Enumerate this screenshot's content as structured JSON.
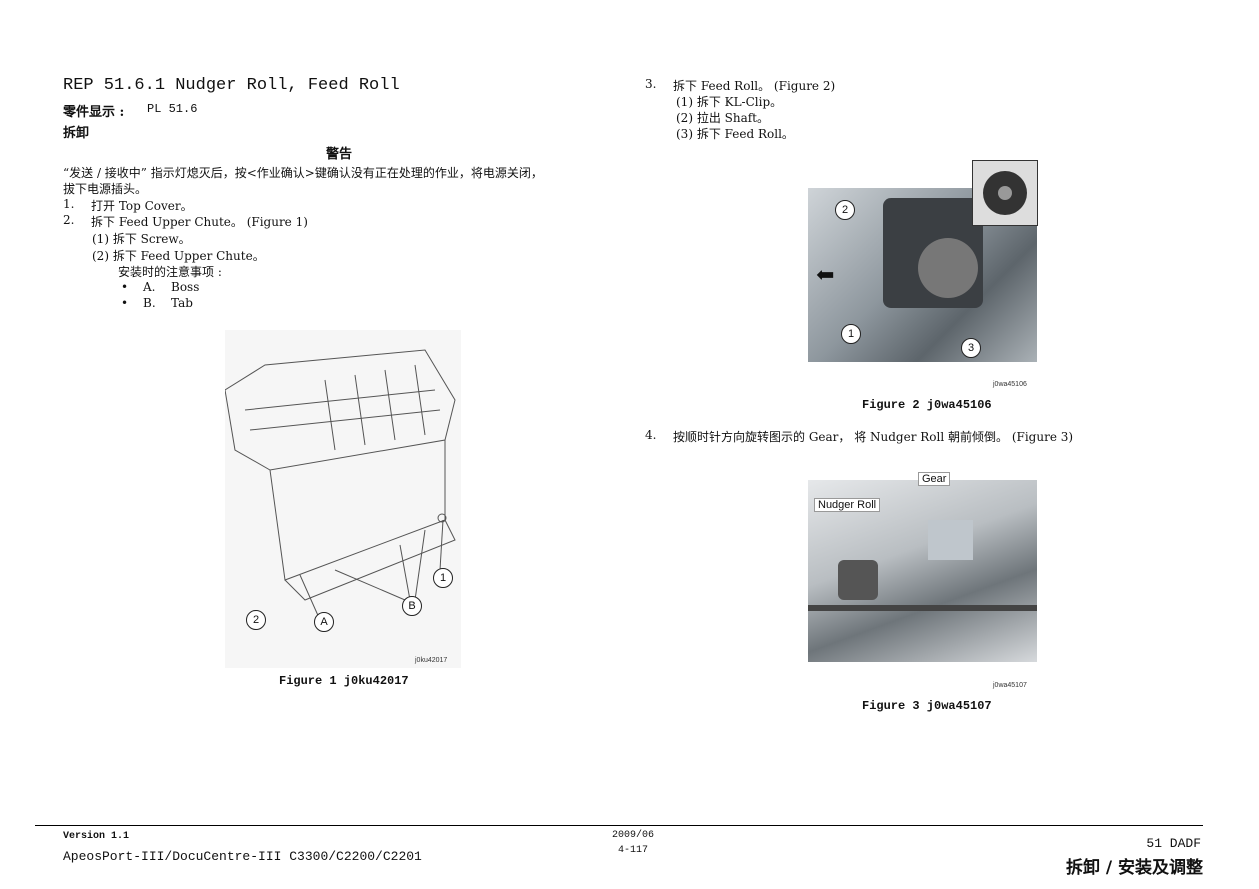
{
  "title": "REP 51.6.1  Nudger Roll, Feed Roll",
  "parts_label": "零件显示 :",
  "parts_value": "PL 51.6",
  "section": "拆卸",
  "warning_title": "警告",
  "warning_line1": "“发送 / 接收中” 指示灯熄灭后，按<作业确认>键确认没有正在处理的作业，将电源关闭，",
  "warning_line2": "拔下电源插头。",
  "steps_left": [
    {
      "num": "1.",
      "text": "打开 Top Cover。"
    },
    {
      "num": "2.",
      "text": "拆下 Feed Upper Chute。 (Figure 1)"
    }
  ],
  "substeps_2": [
    "(1) 拆下 Screw。",
    "(2) 拆下 Feed Upper Chute。"
  ],
  "install_note": "安装时的注意事项 :",
  "bullets": [
    {
      "mark": "•",
      "key": "A.",
      "val": "Boss"
    },
    {
      "mark": "•",
      "key": "B.",
      "val": "Tab"
    }
  ],
  "figure1": {
    "caption": "Figure 1 j0ku42017",
    "id": "j0ku42017",
    "callouts": [
      "1",
      "2",
      "A",
      "B"
    ]
  },
  "step3": {
    "num": "3.",
    "text": "拆下 Feed Roll。 (Figure 2)",
    "subs": [
      "(1) 拆下 KL-Clip。",
      "(2) 拉出 Shaft。",
      "(3) 拆下 Feed Roll。"
    ]
  },
  "figure2": {
    "caption": "Figure 2 j0wa45106",
    "id": "j0wa45106",
    "callouts": [
      "2",
      "1",
      "3"
    ]
  },
  "step4": {
    "num": "4.",
    "text": "按顺时针方向旋转图示的 Gear， 将 Nudger Roll 朝前倾倒。 (Figure 3)"
  },
  "figure3": {
    "caption": "Figure 3 j0wa45107",
    "id": "j0wa45107",
    "labels": [
      "Gear",
      "Nudger Roll"
    ]
  },
  "footer": {
    "version": "Version 1.1",
    "model": "ApeosPort-III/DocuCentre-III C3300/C2200/C2201",
    "date": "2009/06",
    "page": "4-117",
    "chapter": "51 DADF",
    "section": "拆卸 / 安装及调整"
  }
}
